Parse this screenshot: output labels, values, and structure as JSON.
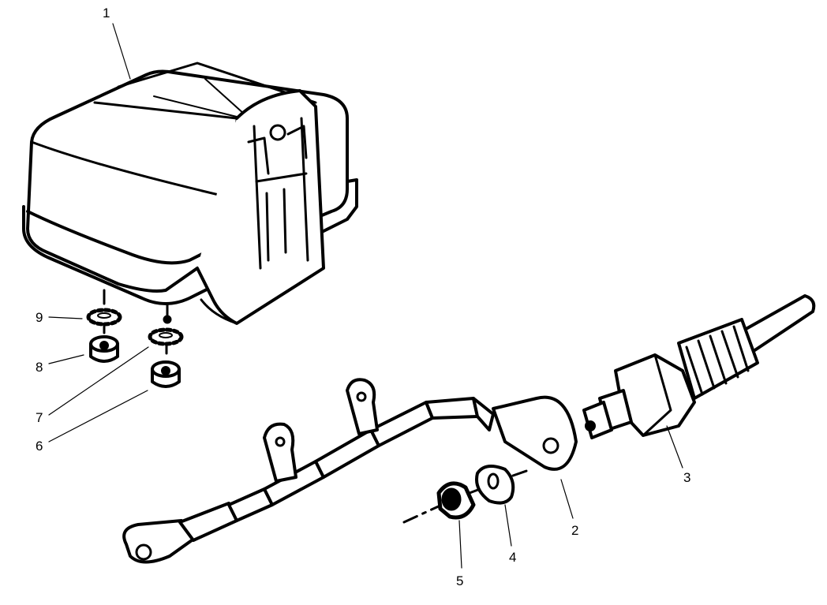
{
  "diagram": {
    "type": "exploded-parts-illustration",
    "callouts": [
      {
        "id": "1",
        "label": "1"
      },
      {
        "id": "2",
        "label": "2"
      },
      {
        "id": "3",
        "label": "3"
      },
      {
        "id": "4",
        "label": "4"
      },
      {
        "id": "5",
        "label": "5"
      },
      {
        "id": "6",
        "label": "6"
      },
      {
        "id": "7",
        "label": "7"
      },
      {
        "id": "8",
        "label": "8"
      },
      {
        "id": "9",
        "label": "9"
      }
    ],
    "parts": [
      {
        "callout": "1",
        "depicts": "control-box-housing"
      },
      {
        "callout": "2",
        "depicts": "ring-terminal"
      },
      {
        "callout": "3",
        "depicts": "glow-plug"
      },
      {
        "callout": "4",
        "depicts": "flat-washer"
      },
      {
        "callout": "5",
        "depicts": "hex-nut"
      },
      {
        "callout": "6",
        "depicts": "hex-nut"
      },
      {
        "callout": "7",
        "depicts": "star-lock-washer"
      },
      {
        "callout": "8",
        "depicts": "hex-nut"
      },
      {
        "callout": "9",
        "depicts": "star-lock-washer"
      }
    ]
  }
}
